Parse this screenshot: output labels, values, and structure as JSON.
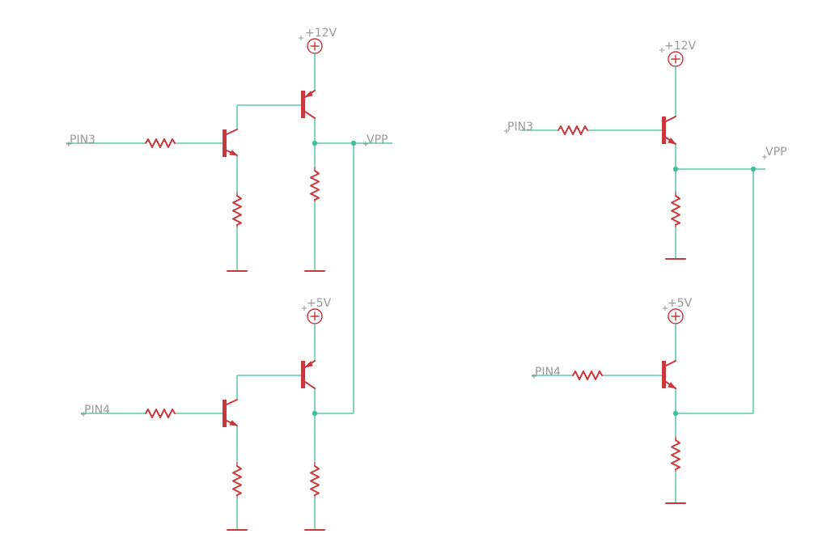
{
  "labels": {
    "vcc12": "+12V",
    "vcc5": "+5V",
    "pin3": "PIN3",
    "pin4": "PIN4",
    "vpp": "VPP"
  },
  "colors": {
    "wire": "#3fbf9a",
    "component": "#c8383c",
    "label": "#9a9a9a",
    "background": "#ffffff"
  }
}
